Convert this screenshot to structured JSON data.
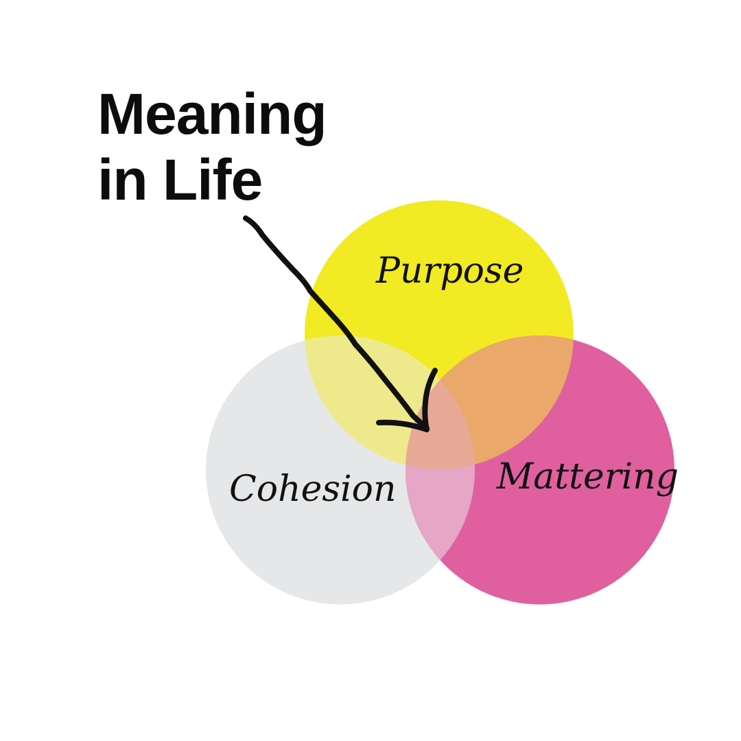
{
  "title": {
    "line1": "Meaning",
    "line2": "in Life"
  },
  "circles": [
    {
      "name": "Purpose",
      "color": "#f2ea22"
    },
    {
      "name": "Cohesion",
      "color": "#e6e7e8"
    },
    {
      "name": "Mattering",
      "color": "#e0609f"
    }
  ],
  "overlap_colors": {
    "purpose_cohesion": "#eeea8c",
    "purpose_mattering": "#eaa86a",
    "cohesion_mattering": "#e6a6c6",
    "center": "#e8a896"
  },
  "arrow_color": "#111111"
}
